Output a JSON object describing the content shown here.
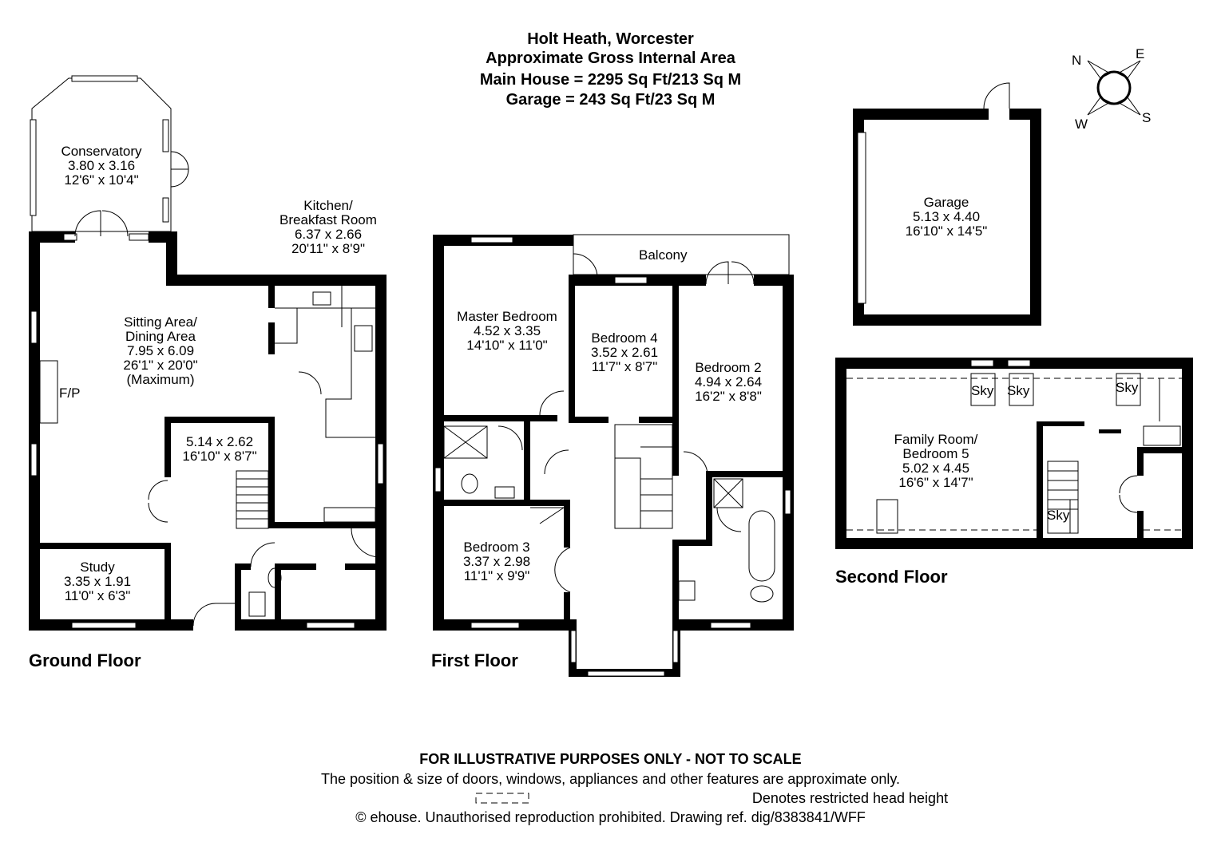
{
  "header": {
    "location": "Holt Heath, Worcester",
    "area_title": "Approximate Gross Internal Area",
    "main_house": "Main House = 2295 Sq Ft/213 Sq M",
    "garage": "Garage = 243 Sq Ft/23 Sq M"
  },
  "compass": {
    "n": "N",
    "e": "E",
    "s": "S",
    "w": "W"
  },
  "floors": {
    "ground": "Ground Floor",
    "first": "First Floor",
    "second": "Second Floor"
  },
  "rooms": {
    "conservatory": {
      "name": "Conservatory",
      "metric": "3.80 x 3.16",
      "imperial": "12'6\" x 10'4\""
    },
    "kitchen": {
      "name": "Kitchen/",
      "name2": "Breakfast Room",
      "metric": "6.37 x 2.66",
      "imperial": "20'11\" x 8'9\""
    },
    "sitting": {
      "name": "Sitting Area/",
      "name2": "Dining Area",
      "metric": "7.95 x 6.09",
      "imperial": "26'1\" x 20'0\"",
      "note": "(Maximum)"
    },
    "fireplace": "F/P",
    "hall": {
      "metric": "5.14 x 2.62",
      "imperial": "16'10\" x 8'7\""
    },
    "study": {
      "name": "Study",
      "metric": "3.35 x 1.91",
      "imperial": "11'0\" x 6'3\""
    },
    "balcony": "Balcony",
    "master": {
      "name": "Master Bedroom",
      "metric": "4.52 x 3.35",
      "imperial": "14'10\" x 11'0\""
    },
    "bed4": {
      "name": "Bedroom 4",
      "metric": "3.52 x 2.61",
      "imperial": "11'7\" x 8'7\""
    },
    "bed2": {
      "name": "Bedroom 2",
      "metric": "4.94 x 2.64",
      "imperial": "16'2\" x 8'8\""
    },
    "bed3": {
      "name": "Bedroom 3",
      "metric": "3.37 x 2.98",
      "imperial": "11'1\" x 9'9\""
    },
    "garage": {
      "name": "Garage",
      "metric": "5.13 x 4.40",
      "imperial": "16'10\" x 14'5\""
    },
    "family": {
      "name": "Family Room/",
      "name2": "Bedroom 5",
      "metric": "5.02 x 4.45",
      "imperial": "16'6\" x 14'7\""
    },
    "sky": "Sky"
  },
  "footer": {
    "disclaimer": "FOR ILLUSTRATIVE PURPOSES ONLY - NOT TO SCALE",
    "note": "The position & size of doors, windows, appliances and other features are approximate only.",
    "legend": "Denotes restricted head height",
    "copyright": "© ehouse. Unauthorised reproduction prohibited. Drawing ref. dig/8383841/WFF"
  }
}
